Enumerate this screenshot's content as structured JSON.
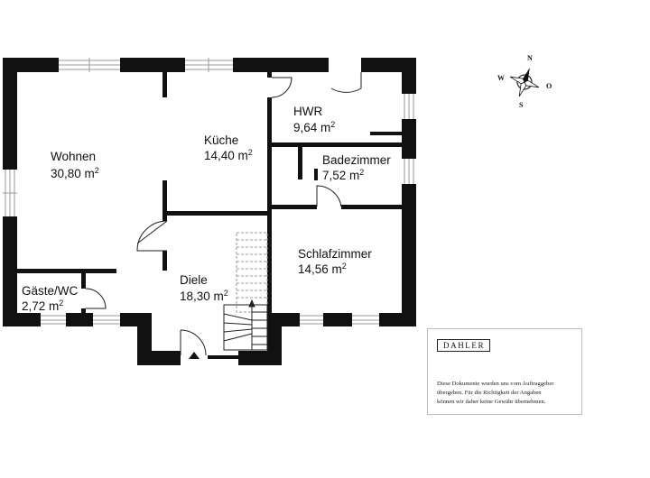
{
  "plan": {
    "rooms": [
      {
        "id": "wohnen",
        "name": "Wohnen",
        "area": "30,80 m",
        "unit_sup": "2"
      },
      {
        "id": "kueche",
        "name": "Küche",
        "area": "14,40 m",
        "unit_sup": "2"
      },
      {
        "id": "hwr",
        "name": "HWR",
        "area": "9,64 m",
        "unit_sup": "2"
      },
      {
        "id": "badezimmer",
        "name": "Badezimmer",
        "area": "7,52 m",
        "unit_sup": "2"
      },
      {
        "id": "schlafzimmer",
        "name": "Schlafzimmer",
        "area": "14,56 m",
        "unit_sup": "2"
      },
      {
        "id": "diele",
        "name": "Diele",
        "area": "18,30 m",
        "unit_sup": "2"
      },
      {
        "id": "gaeste",
        "name": "Gäste/WC",
        "area": "2,72 m",
        "unit_sup": "2"
      }
    ]
  },
  "compass": {
    "north": "N",
    "south": "S",
    "west": "W",
    "east": "O"
  },
  "notice": {
    "logo": "DAHLER",
    "disclaimer_lines": [
      "Diese Dokumente wurden uns vom Auftraggeber",
      "übergeben. Für die Richtigkeit der Angaben",
      "können wir daher keine Gewähr übernehmen."
    ]
  },
  "colors": {
    "wall": "#111111",
    "window_line": "#9a9a9a"
  }
}
